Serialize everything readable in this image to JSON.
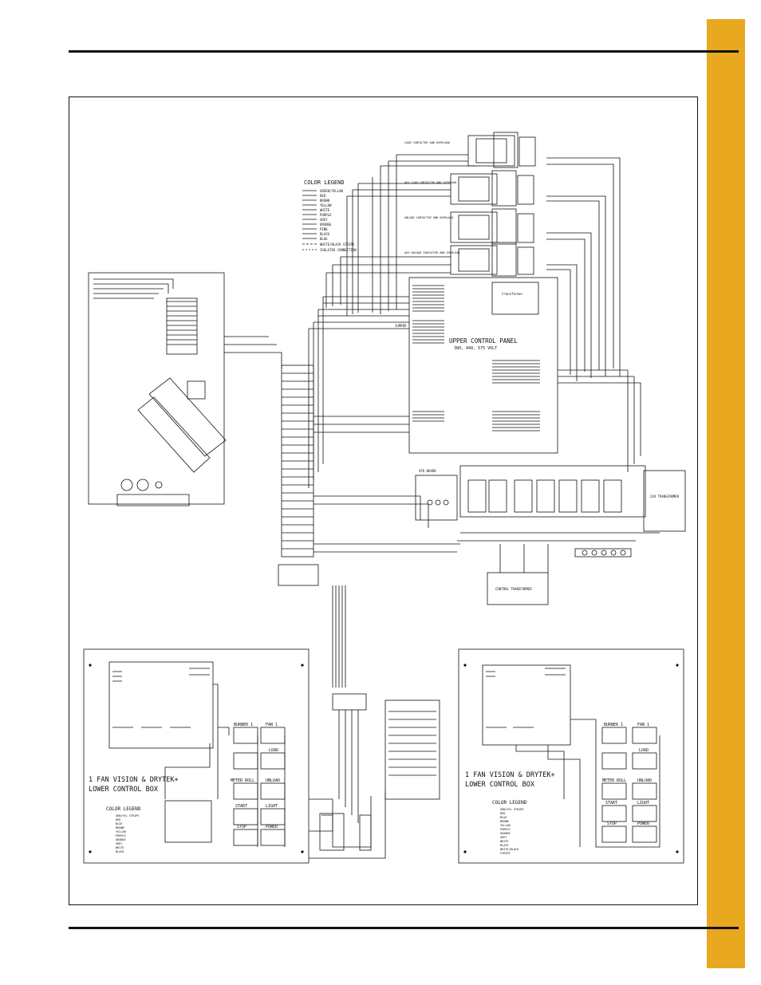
{
  "page": {
    "tab_color": "#e8a820",
    "line_color": "#111111"
  },
  "diagram": {
    "upper_panel_title": "UPPER CONTROL PANEL",
    "upper_panel_voltage": "380, 440, 575 VOLT",
    "color_legend_title": "COLOR LEGEND",
    "legend_items": [
      "GREEN/YELLOW",
      "RED",
      "BROWN",
      "YELLOW",
      "WHITE",
      "PURPLE",
      "GREY",
      "ORANGE",
      "PINK",
      "BLACK",
      "BLUE",
      "WHITE/BLACK STRIPE",
      "ISOLATED CONNECTION"
    ],
    "lower_left_title_1": "1 FAN VISION & DRYTEK+",
    "lower_left_title_2": "LOWER CONTROL BOX",
    "lower_right_title_1": "1 FAN VISION & DRYTEK+",
    "lower_right_title_2": "LOWER CONTROL BOX",
    "lower_legend_title": "COLOR LEGEND",
    "lower_legend_items": [
      "GRN/YEL STRIPE",
      "RED",
      "BLUE",
      "BROWN",
      "YELLOW",
      "PURPLE",
      "ORANGE",
      "GREY",
      "WHITE",
      "BLACK",
      "WHITE/BLACK",
      "STRIPE"
    ],
    "contactors": [
      "LOAD CONTACTOR AND OVERLOAD",
      "AUX LOAD CONTACTOR AND OVERLOAD",
      "UNLOAD CONTACTOR AND OVERLOAD",
      "AUX UNLOAD CONTACTOR AND OVERLOAD"
    ],
    "buttons": [
      "BURNER 1",
      "FAN 1",
      "LOAD",
      "UNLOAD",
      "METER ROLL",
      "START",
      "LIGHT",
      "STOP",
      "POWER"
    ],
    "control_transformer": "CONTROL TRANSFORMER",
    "transformer_24v": "24V TRANSFORMER",
    "vfd_board": "VFD BOARD",
    "jumper": "JUMPER",
    "transformer_box": "transformer"
  }
}
